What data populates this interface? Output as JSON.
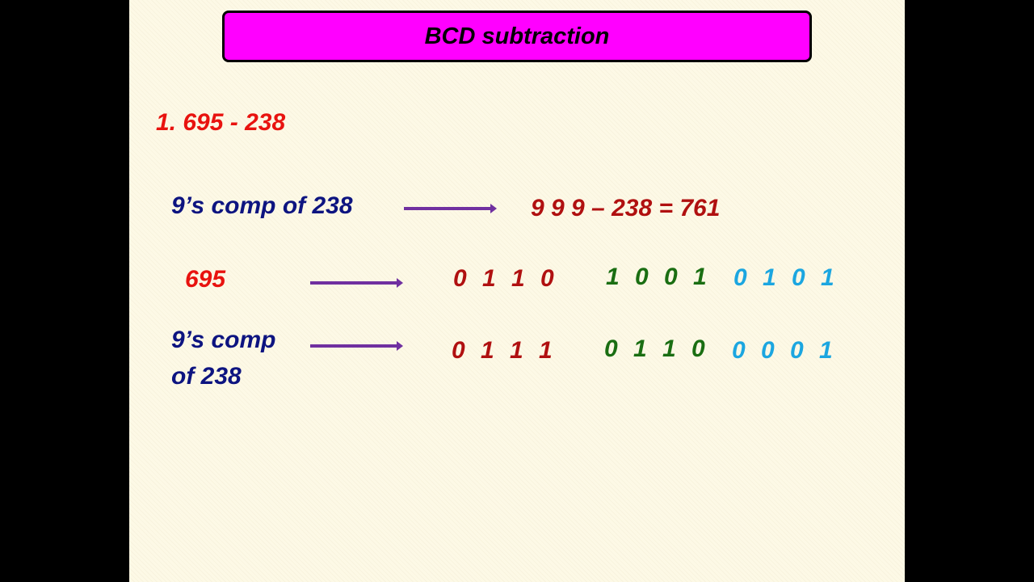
{
  "title": "BCD subtraction",
  "problem": "1. 695 - 238",
  "row1": {
    "label": "9’s comp of 238",
    "result": "9 9 9 – 238 = 761"
  },
  "row2": {
    "label": "695",
    "bits": [
      [
        "0",
        "1",
        "1",
        "0"
      ],
      [
        "1",
        "0",
        "0",
        "1"
      ],
      [
        "0",
        "1",
        "0",
        "1"
      ]
    ]
  },
  "row3": {
    "label_line1": "9’s comp",
    "label_line2": "of 238",
    "bits": [
      [
        "0",
        "1",
        "1",
        "1"
      ],
      [
        "0",
        "1",
        "1",
        "0"
      ],
      [
        "0",
        "0",
        "0",
        "1"
      ]
    ]
  },
  "colors": {
    "title_bg": "#ff00ff",
    "problem": "#e8130f",
    "label": "#0d1480",
    "nibble_1": "#b01010",
    "nibble_2": "#1a6e12",
    "nibble_3": "#1ba6e0",
    "arrow": "#7030a0"
  }
}
